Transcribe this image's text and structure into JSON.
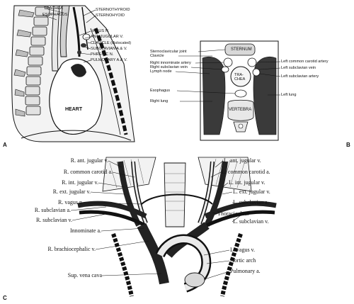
{
  "panel_a": {
    "letter": "A",
    "labels": {
      "trachea": "TRACHEA",
      "esophagus": "ESOPHAGUS",
      "sternothyroid": "STERNOTHYROID",
      "sternohyoid": "STERNOHYOID",
      "vagus": "VAGUS N.",
      "ant_jugular": "ANT. JUGULAR V.",
      "clavicle": "CLAVICLE (dislocated)",
      "subclavian": "SUBCLAVIAN A.& V.",
      "phrenic": "PHRENIC N.",
      "pulmonary": "PULMONARY A.& V.",
      "heart": "HEART"
    }
  },
  "panel_b": {
    "letter": "B",
    "labels": {
      "sternoclavicular": "Sternoclavicular joint",
      "clavicle": "Clavicle",
      "right_innominate": "Right innominate artery",
      "right_subclavian_vein": "Right subclavian vein",
      "lymph_node": "Lymph node",
      "esophagus": "Esophagus",
      "right_lung": "Right lung",
      "sternum": "STERNUM",
      "trachea": "TRA-\nCHEA",
      "vertebra": "VERTEBRA",
      "left_common_carotid": "Left common carotid artery",
      "left_subclavian_vein": "Left subclavian vein",
      "left_subclavian_artery": "Left subclavian artery",
      "left_lung": "Left lung"
    }
  },
  "panel_c": {
    "letter": "C",
    "left_labels": {
      "r_ant_jugular": "R. ant. jugular v.",
      "r_common_carotid": "R. common carotid a.",
      "r_int_jugular": "R. int. jugular v.",
      "r_ext_jugular": "R. ext. jugular v.",
      "r_vagus": "R. vagus n.",
      "r_subclavian_a": "R. subclavian a.",
      "r_subclavian_v": "R. subclavian v.",
      "innominate": "Innominate a.",
      "r_brachiocephalic": "R. brachiocephalic v.",
      "sup_vena_cava": "Sup. vena cava"
    },
    "right_labels": {
      "l_ant_jugular": "L. ant. jugular v.",
      "l_common_carotid": "L. common carotid a.",
      "l_int_jugular": "L. int. jugular v.",
      "l_ext_jugular": "L. ext. jugular v.",
      "l_subclavian_a": "L. subclavian a.",
      "thoracic_duct": "Thoracic duct",
      "l_subclavian_v": "L. subclavian v.",
      "l_vagus": "L. vagus v.",
      "aortic_arch": "Aortic arch",
      "pulmonary_a": "Pulmonary a."
    }
  }
}
